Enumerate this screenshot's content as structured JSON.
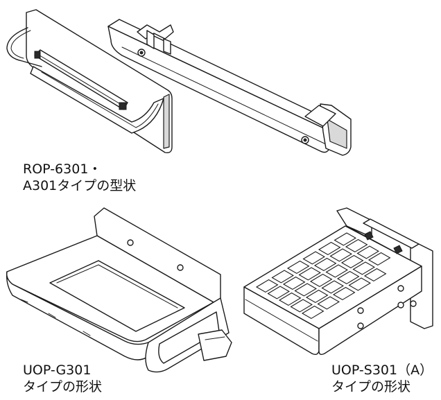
{
  "labels": {
    "rop": {
      "line1": "ROP-6301・",
      "line2": "A301タイプの型状"
    },
    "uop_g": {
      "line1": "UOP-G301",
      "line2": "タイプの形状"
    },
    "uop_s": {
      "line1": "UOP-S301（A）",
      "line2": "タイプの形状"
    }
  },
  "colors": {
    "line": "#1a1a1a",
    "shade": "#d9d9d9",
    "background": "#ffffff"
  }
}
